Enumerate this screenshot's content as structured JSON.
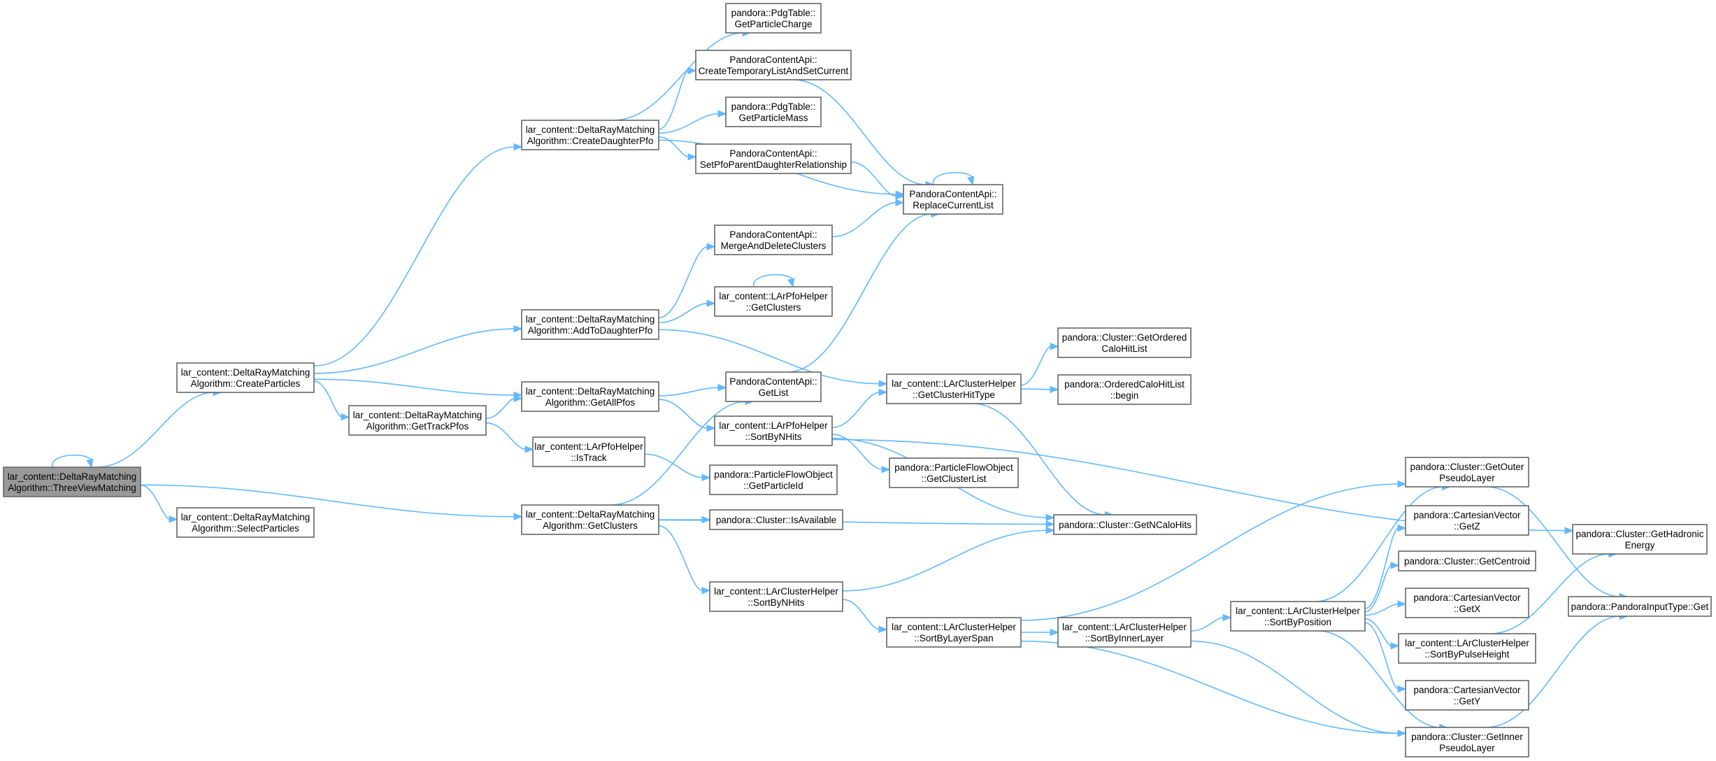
{
  "graph": {
    "nodes": [
      {
        "id": "ThreeViewMatching",
        "lines": [
          "lar_content::DeltaRayMatching",
          "Algorithm::ThreeViewMatching"
        ],
        "root": true
      },
      {
        "id": "CreateParticles",
        "lines": [
          "lar_content::DeltaRayMatching",
          "Algorithm::CreateParticles"
        ]
      },
      {
        "id": "SelectParticles",
        "lines": [
          "lar_content::DeltaRayMatching",
          "Algorithm::SelectParticles"
        ]
      },
      {
        "id": "CreateDaughterPfo",
        "lines": [
          "lar_content::DeltaRayMatching",
          "Algorithm::CreateDaughterPfo"
        ]
      },
      {
        "id": "AddToDaughterPfo",
        "lines": [
          "lar_content::DeltaRayMatching",
          "Algorithm::AddToDaughterPfo"
        ]
      },
      {
        "id": "GetAllPfos",
        "lines": [
          "lar_content::DeltaRayMatching",
          "Algorithm::GetAllPfos"
        ]
      },
      {
        "id": "GetTrackPfos",
        "lines": [
          "lar_content::DeltaRayMatching",
          "Algorithm::GetTrackPfos"
        ]
      },
      {
        "id": "IsTrack",
        "lines": [
          "lar_content::LArPfoHelper",
          "::IsTrack"
        ]
      },
      {
        "id": "GetClusters",
        "lines": [
          "lar_content::DeltaRayMatching",
          "Algorithm::GetClusters"
        ]
      },
      {
        "id": "GetParticleCharge",
        "lines": [
          "pandora::PdgTable::",
          "GetParticleCharge"
        ]
      },
      {
        "id": "CreateTemporaryListAndSetCurrent",
        "lines": [
          "PandoraContentApi::",
          "CreateTemporaryListAndSetCurrent"
        ]
      },
      {
        "id": "GetParticleMass",
        "lines": [
          "pandora::PdgTable::",
          "GetParticleMass"
        ]
      },
      {
        "id": "SetPfoParentDaughterRelationship",
        "lines": [
          "PandoraContentApi::",
          "SetPfoParentDaughterRelationship"
        ]
      },
      {
        "id": "MergeAndDeleteClusters",
        "lines": [
          "PandoraContentApi::",
          "MergeAndDeleteClusters"
        ]
      },
      {
        "id": "PfoGetClusters",
        "lines": [
          "lar_content::LArPfoHelper",
          "::GetClusters"
        ]
      },
      {
        "id": "GetList",
        "lines": [
          "PandoraContentApi::",
          "GetList"
        ]
      },
      {
        "id": "PfoSortByNHits",
        "lines": [
          "lar_content::LArPfoHelper",
          "::SortByNHits"
        ]
      },
      {
        "id": "GetParticleId",
        "lines": [
          "pandora::ParticleFlowObject",
          "::GetParticleId"
        ]
      },
      {
        "id": "IsAvailable",
        "lines": [
          "pandora::Cluster::IsAvailable"
        ]
      },
      {
        "id": "ClusterSortByNHits",
        "lines": [
          "lar_content::LArClusterHelper",
          "::SortByNHits"
        ]
      },
      {
        "id": "ReplaceCurrentList",
        "lines": [
          "PandoraContentApi::",
          "ReplaceCurrentList"
        ]
      },
      {
        "id": "GetClusterHitType",
        "lines": [
          "lar_content::LArClusterHelper",
          "::GetClusterHitType"
        ]
      },
      {
        "id": "GetClusterList",
        "lines": [
          "pandora::ParticleFlowObject",
          "::GetClusterList"
        ]
      },
      {
        "id": "SortByLayerSpan",
        "lines": [
          "lar_content::LArClusterHelper",
          "::SortByLayerSpan"
        ]
      },
      {
        "id": "GetOrderedCaloHitList",
        "lines": [
          "pandora::Cluster::GetOrdered",
          "CaloHitList"
        ]
      },
      {
        "id": "begin",
        "lines": [
          "pandora::OrderedCaloHitList",
          "::begin"
        ]
      },
      {
        "id": "GetNCaloHits",
        "lines": [
          "pandora::Cluster::GetNCaloHits"
        ]
      },
      {
        "id": "SortByInnerLayer",
        "lines": [
          "lar_content::LArClusterHelper",
          "::SortByInnerLayer"
        ]
      },
      {
        "id": "SortByPosition",
        "lines": [
          "lar_content::LArClusterHelper",
          "::SortByPosition"
        ]
      },
      {
        "id": "GetOuterPseudoLayer",
        "lines": [
          "pandora::Cluster::GetOuter",
          "PseudoLayer"
        ]
      },
      {
        "id": "GetZ",
        "lines": [
          "pandora::CartesianVector",
          "::GetZ"
        ]
      },
      {
        "id": "GetCentroid",
        "lines": [
          "pandora::Cluster::GetCentroid"
        ]
      },
      {
        "id": "GetX",
        "lines": [
          "pandora::CartesianVector",
          "::GetX"
        ]
      },
      {
        "id": "SortByPulseHeight",
        "lines": [
          "lar_content::LArClusterHelper",
          "::SortByPulseHeight"
        ]
      },
      {
        "id": "GetY",
        "lines": [
          "pandora::CartesianVector",
          "::GetY"
        ]
      },
      {
        "id": "GetInnerPseudoLayer",
        "lines": [
          "pandora::Cluster::GetInner",
          "PseudoLayer"
        ]
      },
      {
        "id": "GetHadronicEnergy",
        "lines": [
          "pandora::Cluster::GetHadronic",
          "Energy"
        ]
      },
      {
        "id": "PandoraInputTypeGet",
        "lines": [
          "pandora::PandoraInputType::Get"
        ]
      }
    ],
    "edges": [
      [
        "ThreeViewMatching",
        "ThreeViewMatching"
      ],
      [
        "ThreeViewMatching",
        "CreateParticles"
      ],
      [
        "ThreeViewMatching",
        "SelectParticles"
      ],
      [
        "ThreeViewMatching",
        "GetClusters"
      ],
      [
        "CreateParticles",
        "CreateDaughterPfo"
      ],
      [
        "CreateParticles",
        "AddToDaughterPfo"
      ],
      [
        "CreateParticles",
        "GetAllPfos"
      ],
      [
        "CreateParticles",
        "GetTrackPfos"
      ],
      [
        "GetTrackPfos",
        "GetAllPfos"
      ],
      [
        "GetTrackPfos",
        "IsTrack"
      ],
      [
        "CreateDaughterPfo",
        "GetParticleCharge"
      ],
      [
        "CreateDaughterPfo",
        "CreateTemporaryListAndSetCurrent"
      ],
      [
        "CreateDaughterPfo",
        "GetParticleMass"
      ],
      [
        "CreateDaughterPfo",
        "SetPfoParentDaughterRelationship"
      ],
      [
        "CreateDaughterPfo",
        "ReplaceCurrentList"
      ],
      [
        "CreateTemporaryListAndSetCurrent",
        "ReplaceCurrentList"
      ],
      [
        "SetPfoParentDaughterRelationship",
        "ReplaceCurrentList"
      ],
      [
        "ReplaceCurrentList",
        "ReplaceCurrentList"
      ],
      [
        "AddToDaughterPfo",
        "MergeAndDeleteClusters"
      ],
      [
        "AddToDaughterPfo",
        "PfoGetClusters"
      ],
      [
        "AddToDaughterPfo",
        "GetClusterHitType"
      ],
      [
        "MergeAndDeleteClusters",
        "ReplaceCurrentList"
      ],
      [
        "PfoGetClusters",
        "PfoGetClusters"
      ],
      [
        "GetAllPfos",
        "GetList"
      ],
      [
        "GetAllPfos",
        "PfoSortByNHits"
      ],
      [
        "GetList",
        "ReplaceCurrentList"
      ],
      [
        "IsTrack",
        "GetParticleId"
      ],
      [
        "GetClusters",
        "GetList"
      ],
      [
        "GetClusters",
        "IsAvailable"
      ],
      [
        "GetClusters",
        "GetNCaloHits"
      ],
      [
        "GetClusters",
        "ClusterSortByNHits"
      ],
      [
        "PfoSortByNHits",
        "GetClusterHitType"
      ],
      [
        "PfoSortByNHits",
        "GetClusterList"
      ],
      [
        "PfoSortByNHits",
        "GetNCaloHits"
      ],
      [
        "PfoSortByNHits",
        "GetHadronicEnergy"
      ],
      [
        "GetClusterHitType",
        "GetOrderedCaloHitList"
      ],
      [
        "GetClusterHitType",
        "begin"
      ],
      [
        "GetClusterHitType",
        "GetNCaloHits"
      ],
      [
        "ClusterSortByNHits",
        "GetNCaloHits"
      ],
      [
        "ClusterSortByNHits",
        "SortByLayerSpan"
      ],
      [
        "SortByLayerSpan",
        "GetOuterPseudoLayer"
      ],
      [
        "SortByLayerSpan",
        "SortByInnerLayer"
      ],
      [
        "SortByLayerSpan",
        "GetInnerPseudoLayer"
      ],
      [
        "SortByInnerLayer",
        "SortByPosition"
      ],
      [
        "SortByInnerLayer",
        "GetInnerPseudoLayer"
      ],
      [
        "SortByPosition",
        "GetOuterPseudoLayer"
      ],
      [
        "SortByPosition",
        "GetZ"
      ],
      [
        "SortByPosition",
        "GetCentroid"
      ],
      [
        "SortByPosition",
        "GetX"
      ],
      [
        "SortByPosition",
        "SortByPulseHeight"
      ],
      [
        "SortByPosition",
        "GetY"
      ],
      [
        "SortByPosition",
        "GetInnerPseudoLayer"
      ],
      [
        "SortByPulseHeight",
        "GetHadronicEnergy"
      ],
      [
        "GetOuterPseudoLayer",
        "PandoraInputTypeGet"
      ],
      [
        "GetInnerPseudoLayer",
        "PandoraInputTypeGet"
      ]
    ]
  }
}
